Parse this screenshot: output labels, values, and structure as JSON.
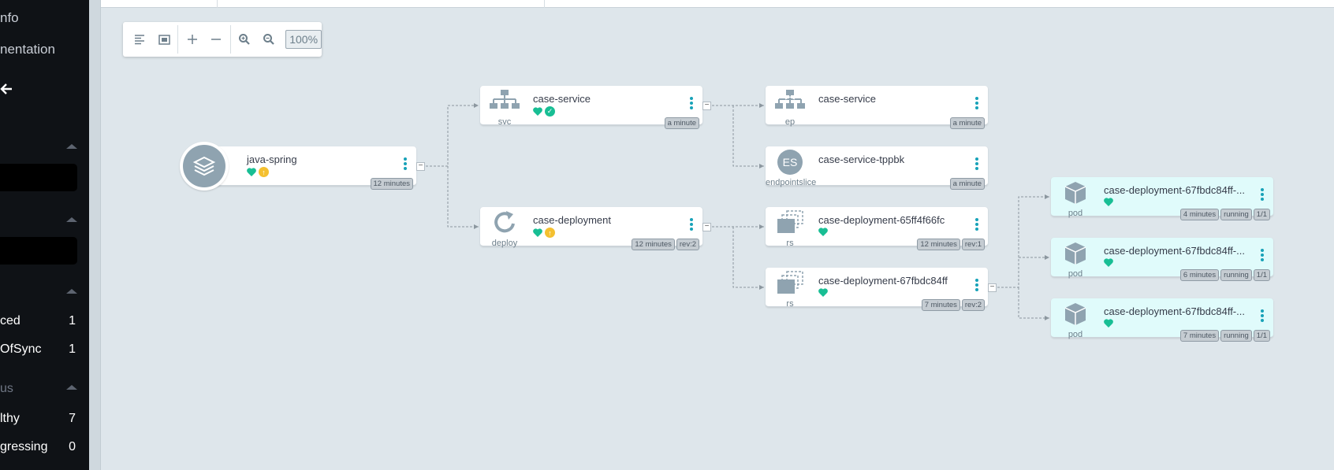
{
  "sidebar": {
    "links": [
      "nfo",
      "nentation"
    ],
    "back_icon": "arrow-left-icon",
    "sync_section": {
      "items": [
        {
          "label": "ced",
          "count": "1"
        },
        {
          "label": "OfSync",
          "count": "1"
        }
      ]
    },
    "health_section": {
      "title": "us",
      "items": [
        {
          "label": "lthy",
          "count": "7"
        },
        {
          "label": "gressing",
          "count": "0"
        }
      ]
    }
  },
  "toolbar": {
    "buttons": [
      "align-left-icon",
      "fit-screen-icon",
      "plus-icon",
      "minus-icon",
      "zoom-in-icon",
      "zoom-out-icon"
    ],
    "zoom_level": "100%"
  },
  "colors": {
    "healthy": "#18be94",
    "progressing": "#f4c030",
    "pod_bg": "#e0fbfb",
    "menu_dots": "#17a2b8"
  },
  "nodes": {
    "app": {
      "name": "java-spring",
      "age": "12 minutes"
    },
    "svc": {
      "name": "case-service",
      "kind": "svc",
      "age": "a minute"
    },
    "deploy": {
      "name": "case-deployment",
      "kind": "deploy",
      "age": "12 minutes",
      "rev": "rev:2"
    },
    "ep": {
      "name": "case-service",
      "kind": "ep",
      "age": "a minute"
    },
    "eps": {
      "name": "case-service-tppbk",
      "kind": "endpointslice",
      "icon_text": "ES",
      "age": "a minute"
    },
    "rs1": {
      "name": "case-deployment-65ff4f66fc",
      "kind": "rs",
      "age": "12 minutes",
      "rev": "rev:1"
    },
    "rs2": {
      "name": "case-deployment-67fbdc84ff",
      "kind": "rs",
      "age": "7 minutes",
      "rev": "rev:2"
    },
    "pod1": {
      "name": "case-deployment-67fbdc84ff-...",
      "kind": "pod",
      "age": "4 minutes",
      "state": "running",
      "ready": "1/1"
    },
    "pod2": {
      "name": "case-deployment-67fbdc84ff-...",
      "kind": "pod",
      "age": "6 minutes",
      "state": "running",
      "ready": "1/1"
    },
    "pod3": {
      "name": "case-deployment-67fbdc84ff-...",
      "kind": "pod",
      "age": "7 minutes",
      "state": "running",
      "ready": "1/1"
    }
  }
}
